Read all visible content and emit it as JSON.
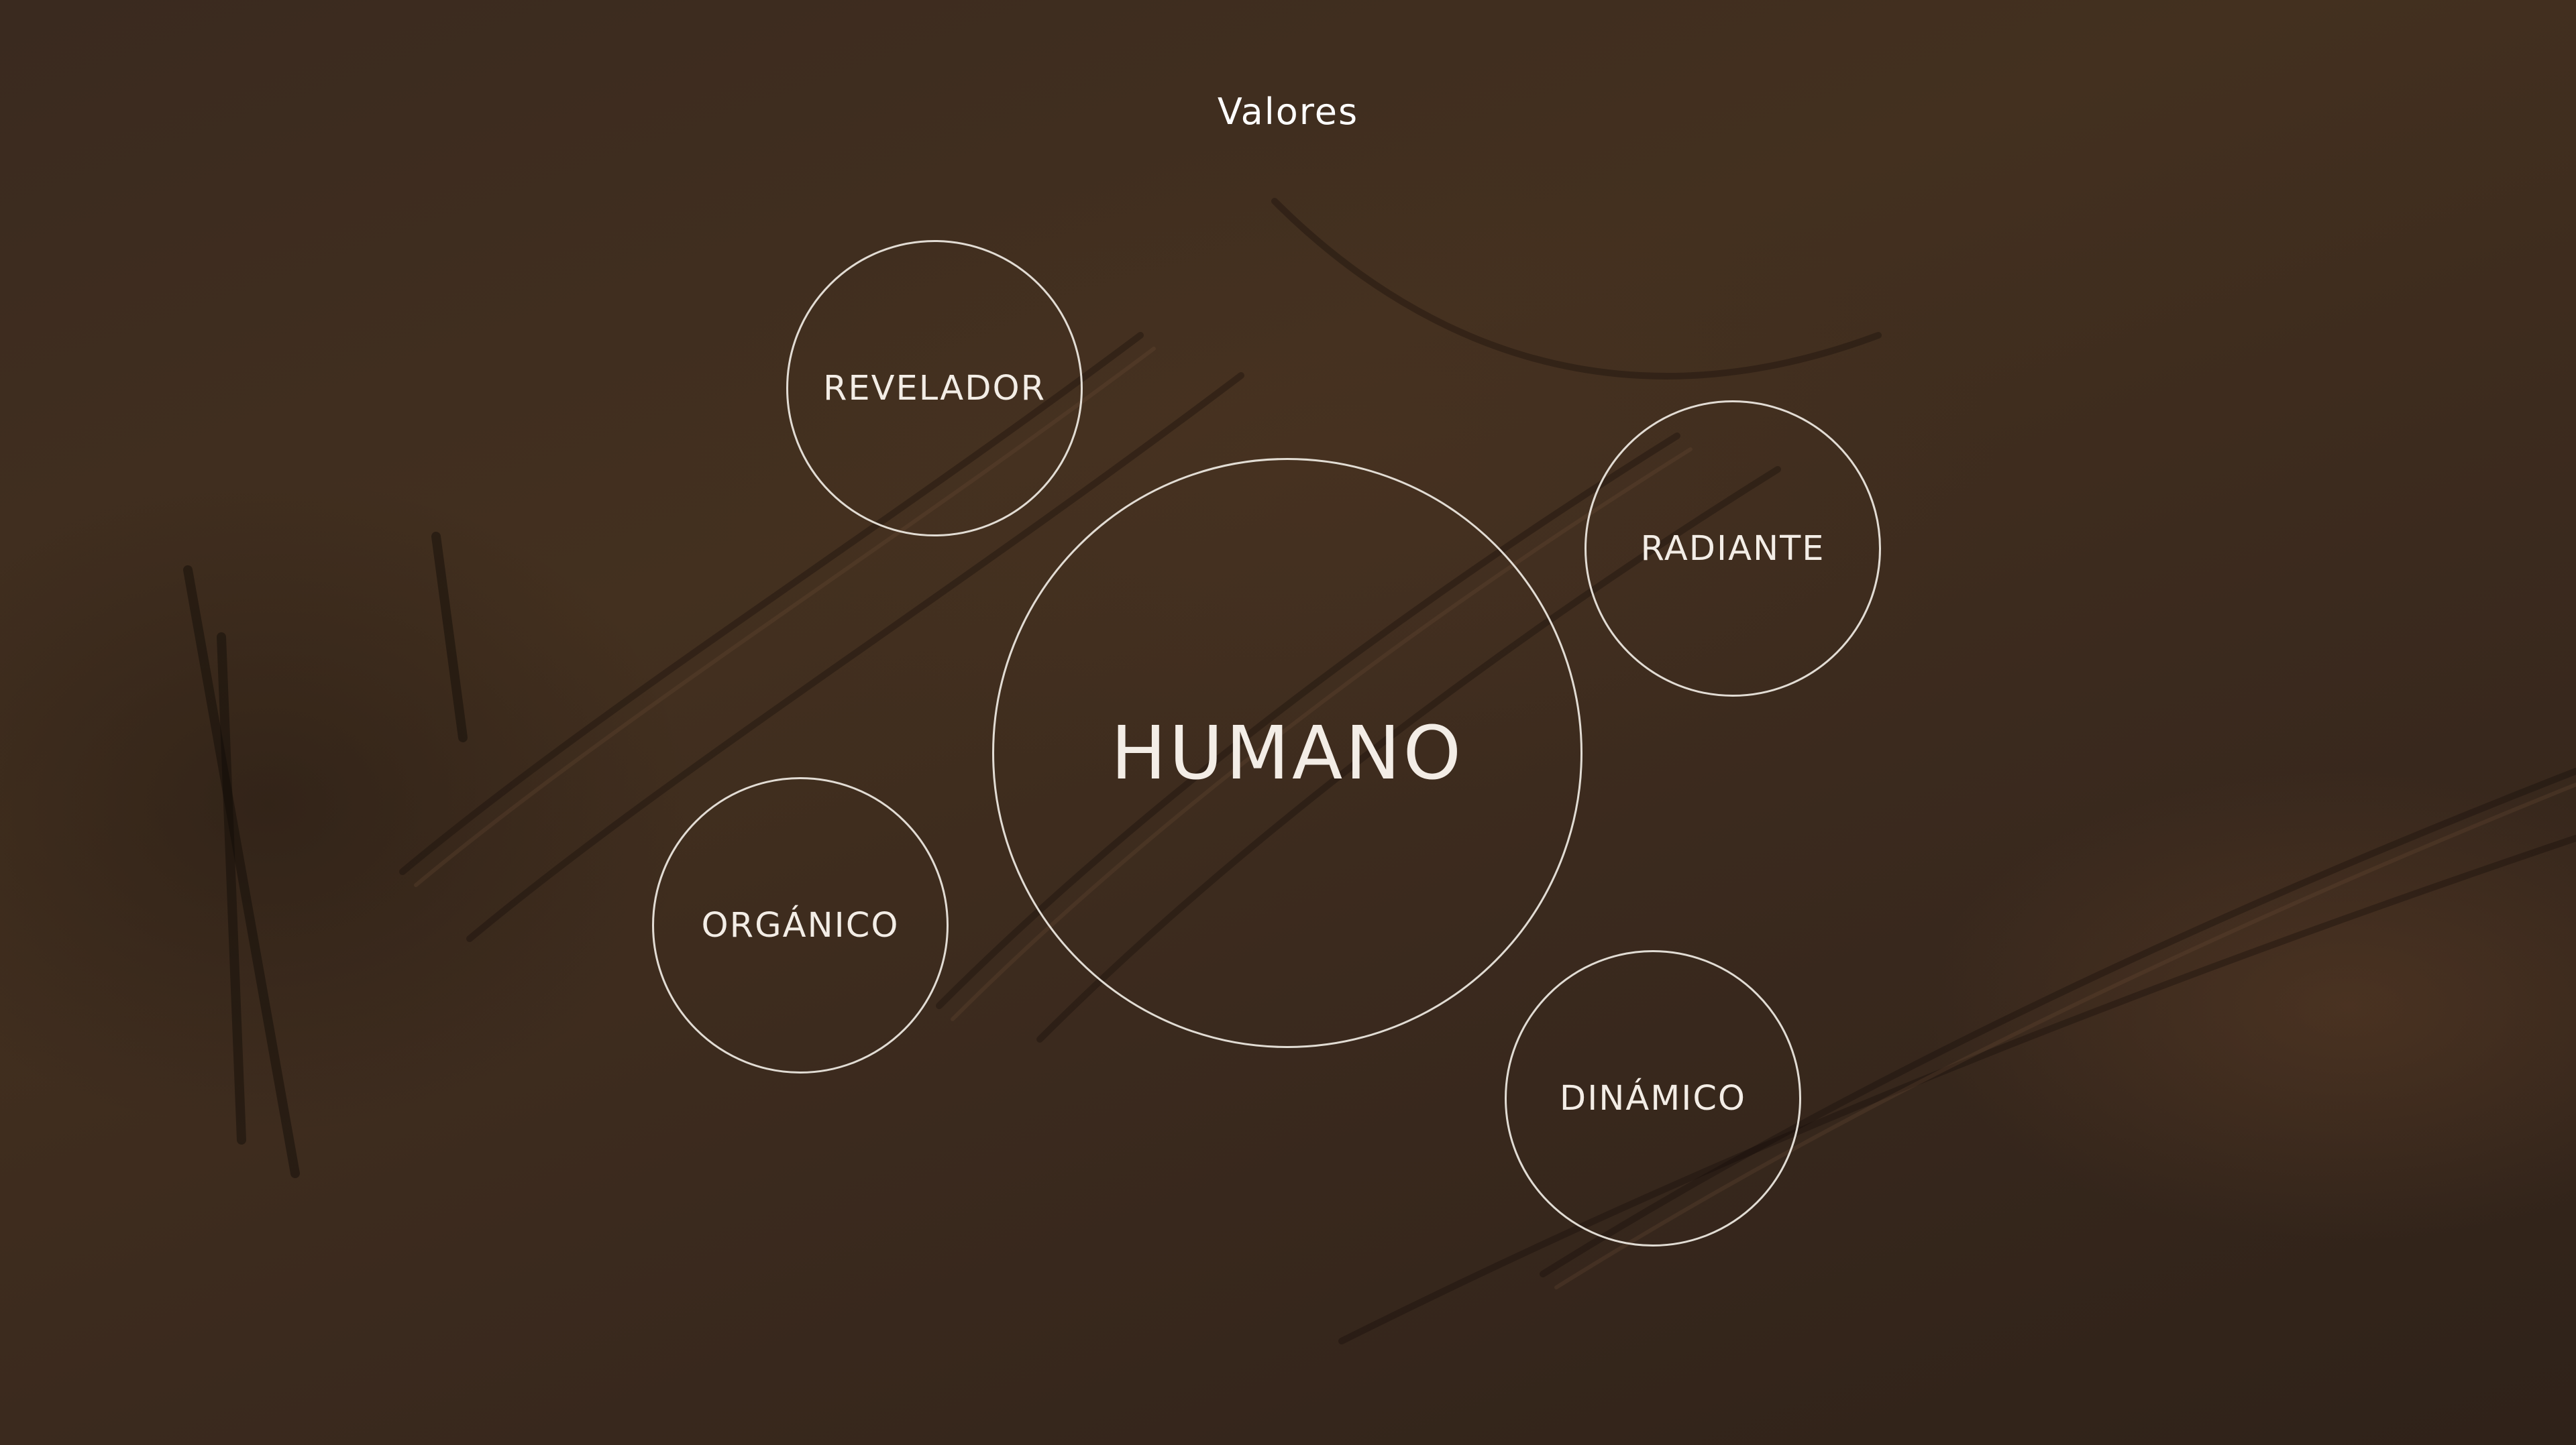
{
  "slide": {
    "title": "Valores",
    "background_color": "#3a2a1f",
    "circle_stroke_color": "#f0ebe4",
    "text_color": "#ffffff"
  },
  "values": {
    "center": "HUMANO",
    "revelador": "REVELADOR",
    "radiante": "RADIANTE",
    "organico": "ORGÁNICO",
    "dinamico": "DINÁMICO"
  }
}
